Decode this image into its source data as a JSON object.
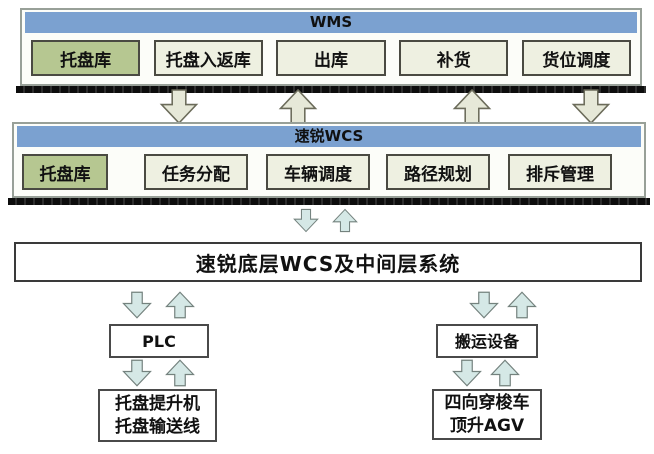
{
  "colors": {
    "header_blue": "#7ba1d0",
    "module_green": "#b6c791",
    "module_light": "#eef0e1",
    "arrow_beige": "#e6e8d8",
    "arrow_blue": "#d5e8e6",
    "shadow_dark": "#141414"
  },
  "wms": {
    "title": "WMS",
    "modules": [
      "托盘库",
      "托盘入返库",
      "出库",
      "补货",
      "货位调度"
    ]
  },
  "wcs": {
    "title": "速锐WCS",
    "modules": [
      "托盘库",
      "任务分配",
      "车辆调度",
      "路径规划",
      "排斥管理"
    ]
  },
  "middleware": {
    "label": "速锐底层WCS及中间层系统"
  },
  "plc_branch": {
    "controller": "PLC",
    "devices": [
      "托盘提升机",
      "托盘输送线"
    ]
  },
  "transport_branch": {
    "controller": "搬运设备",
    "devices": [
      "四向穿梭车",
      "顶升AGV"
    ]
  }
}
